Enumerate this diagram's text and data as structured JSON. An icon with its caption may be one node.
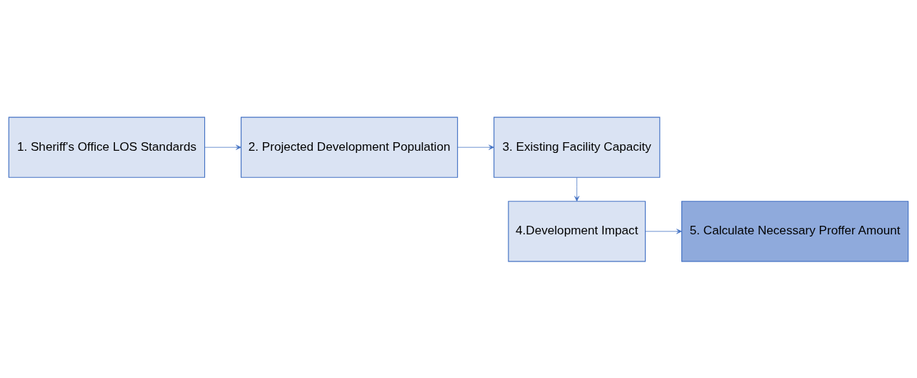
{
  "diagram": {
    "nodes": [
      {
        "text": [
          "1. Sheriff's Office LOS Standards"
        ]
      },
      {
        "text": [
          "2. Projected Development Population"
        ]
      },
      {
        "text": [
          "3. Existing Facility Capacity"
        ]
      },
      {
        "text": [
          "4.Development Impact"
        ]
      },
      {
        "text": [
          "5. Calculate Necessary Proffer Amount"
        ]
      }
    ],
    "edges": [
      {
        "from": 0,
        "to": 1,
        "arrow": "to"
      },
      {
        "from": 1,
        "to": 2,
        "arrow": "to"
      },
      {
        "from": 2,
        "to": 3,
        "arrow": "to"
      },
      {
        "from": 3,
        "to": 4,
        "arrow": "to"
      }
    ]
  }
}
